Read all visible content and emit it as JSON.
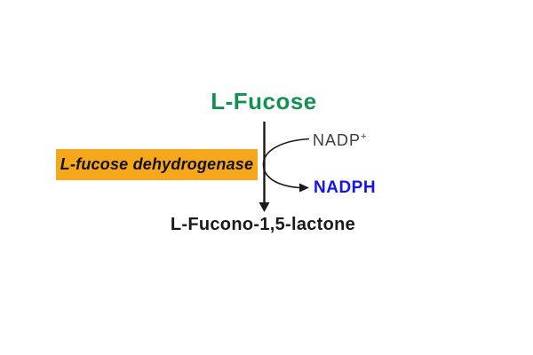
{
  "diagram": {
    "substrate": "L-Fucose",
    "product": "L-Fucono-1,5-lactone",
    "enzyme": "L-fucose dehydrogenase",
    "cofactor_in": {
      "name": "NADP",
      "superscript": "+"
    },
    "cofactor_out": "NADPH",
    "icons": {
      "main_arrow": "down-arrow",
      "cofactor_arrow": "curved-arrow"
    },
    "colors": {
      "substrate_text": "#149150",
      "enzyme_box_fill": "#F6A71C",
      "enzyme_text": "#111111",
      "cofactor_in_text": "#3C3C3C",
      "cofactor_out_text": "#1414EE",
      "product_text": "#1A1A1A",
      "arrow_stroke": "#1A1A1A",
      "background": "#FFFFFF"
    }
  }
}
